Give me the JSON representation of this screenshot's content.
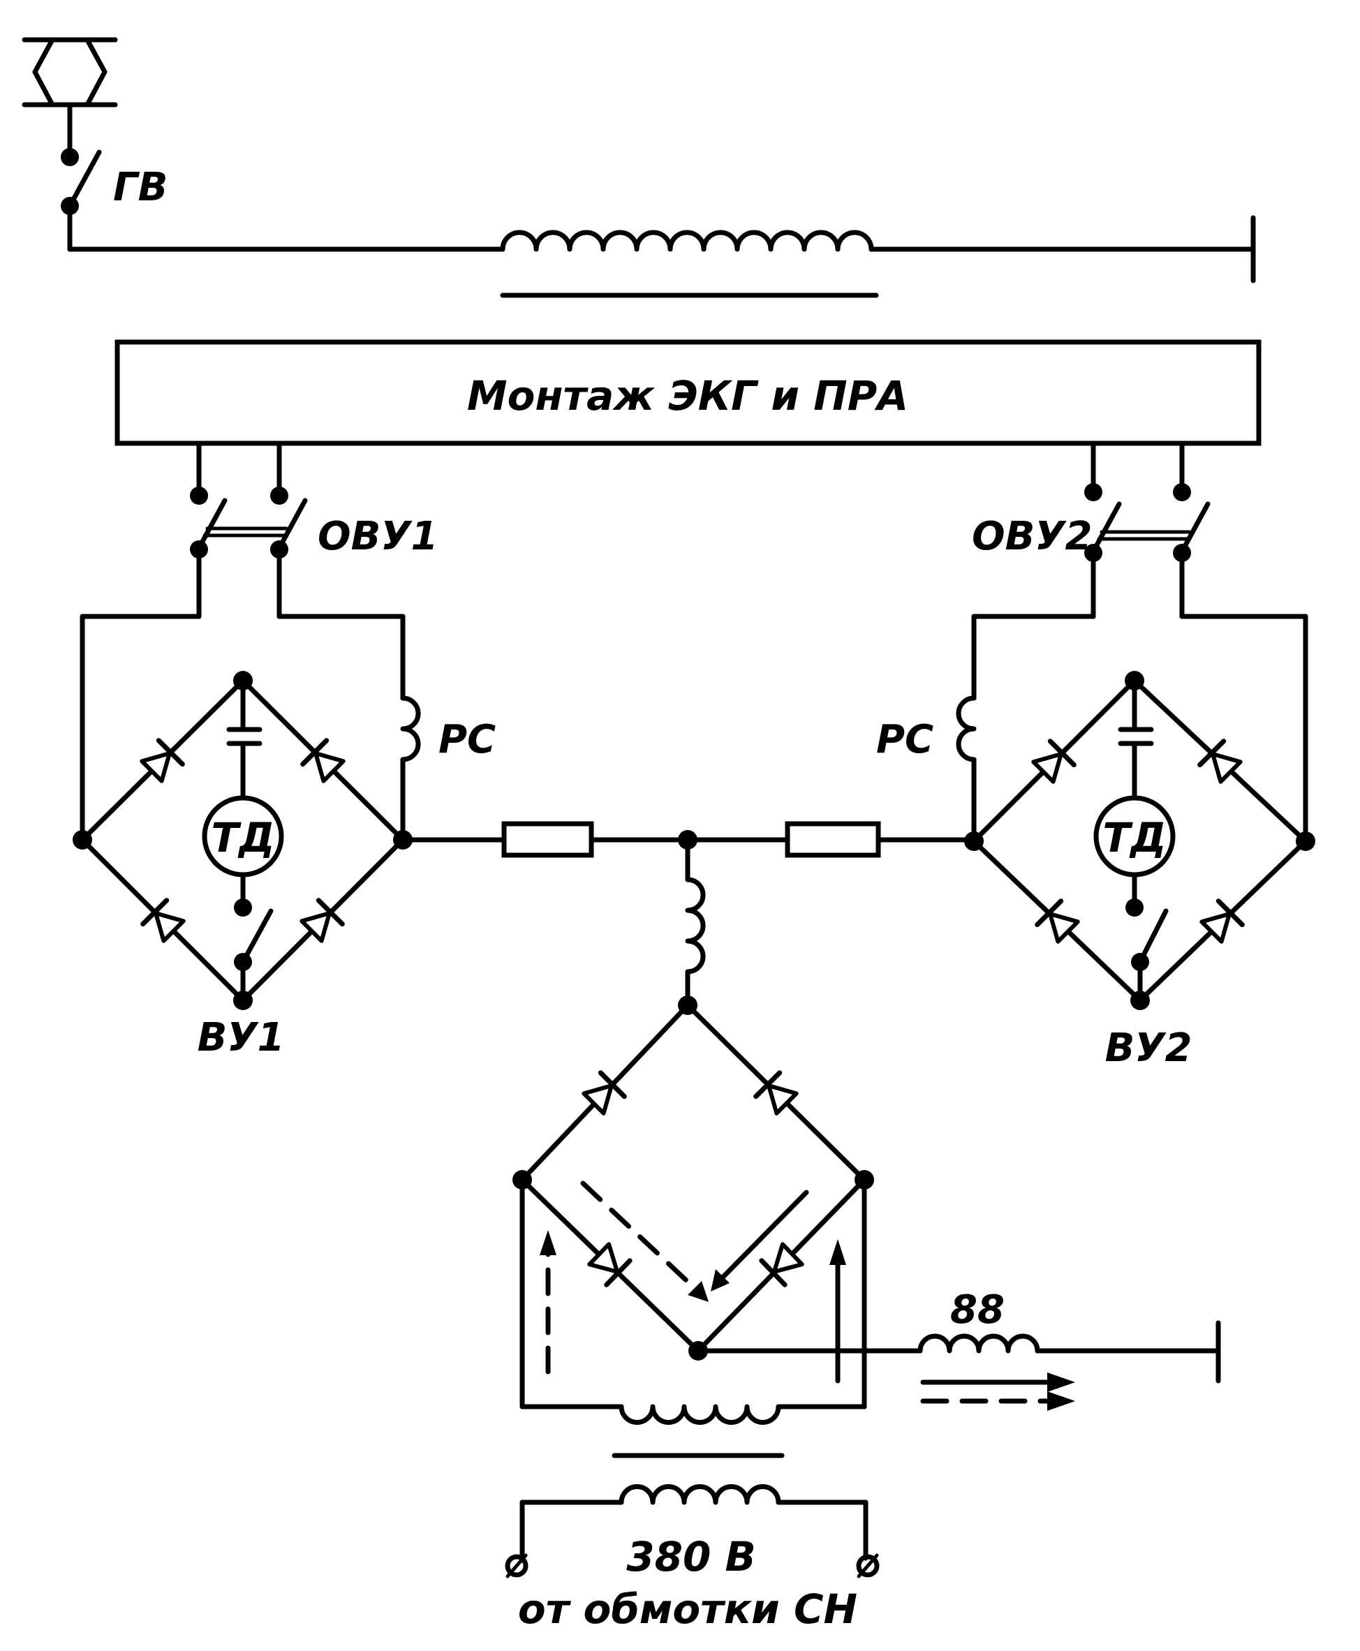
{
  "labels": {
    "gv": "ГВ",
    "mount_box": "Монтаж  ЭКГ и ПРА",
    "ovu1": "ОВУ1",
    "ovu2": "ОВУ2",
    "rs_left": "РС",
    "rs_right": "РС",
    "td_left": "ТД",
    "td_right": "ТД",
    "vu1": "ВУ1",
    "vu2": "ВУ2",
    "reactor_88": "88",
    "voltage": "380 В",
    "source": "от обмотки СН"
  }
}
